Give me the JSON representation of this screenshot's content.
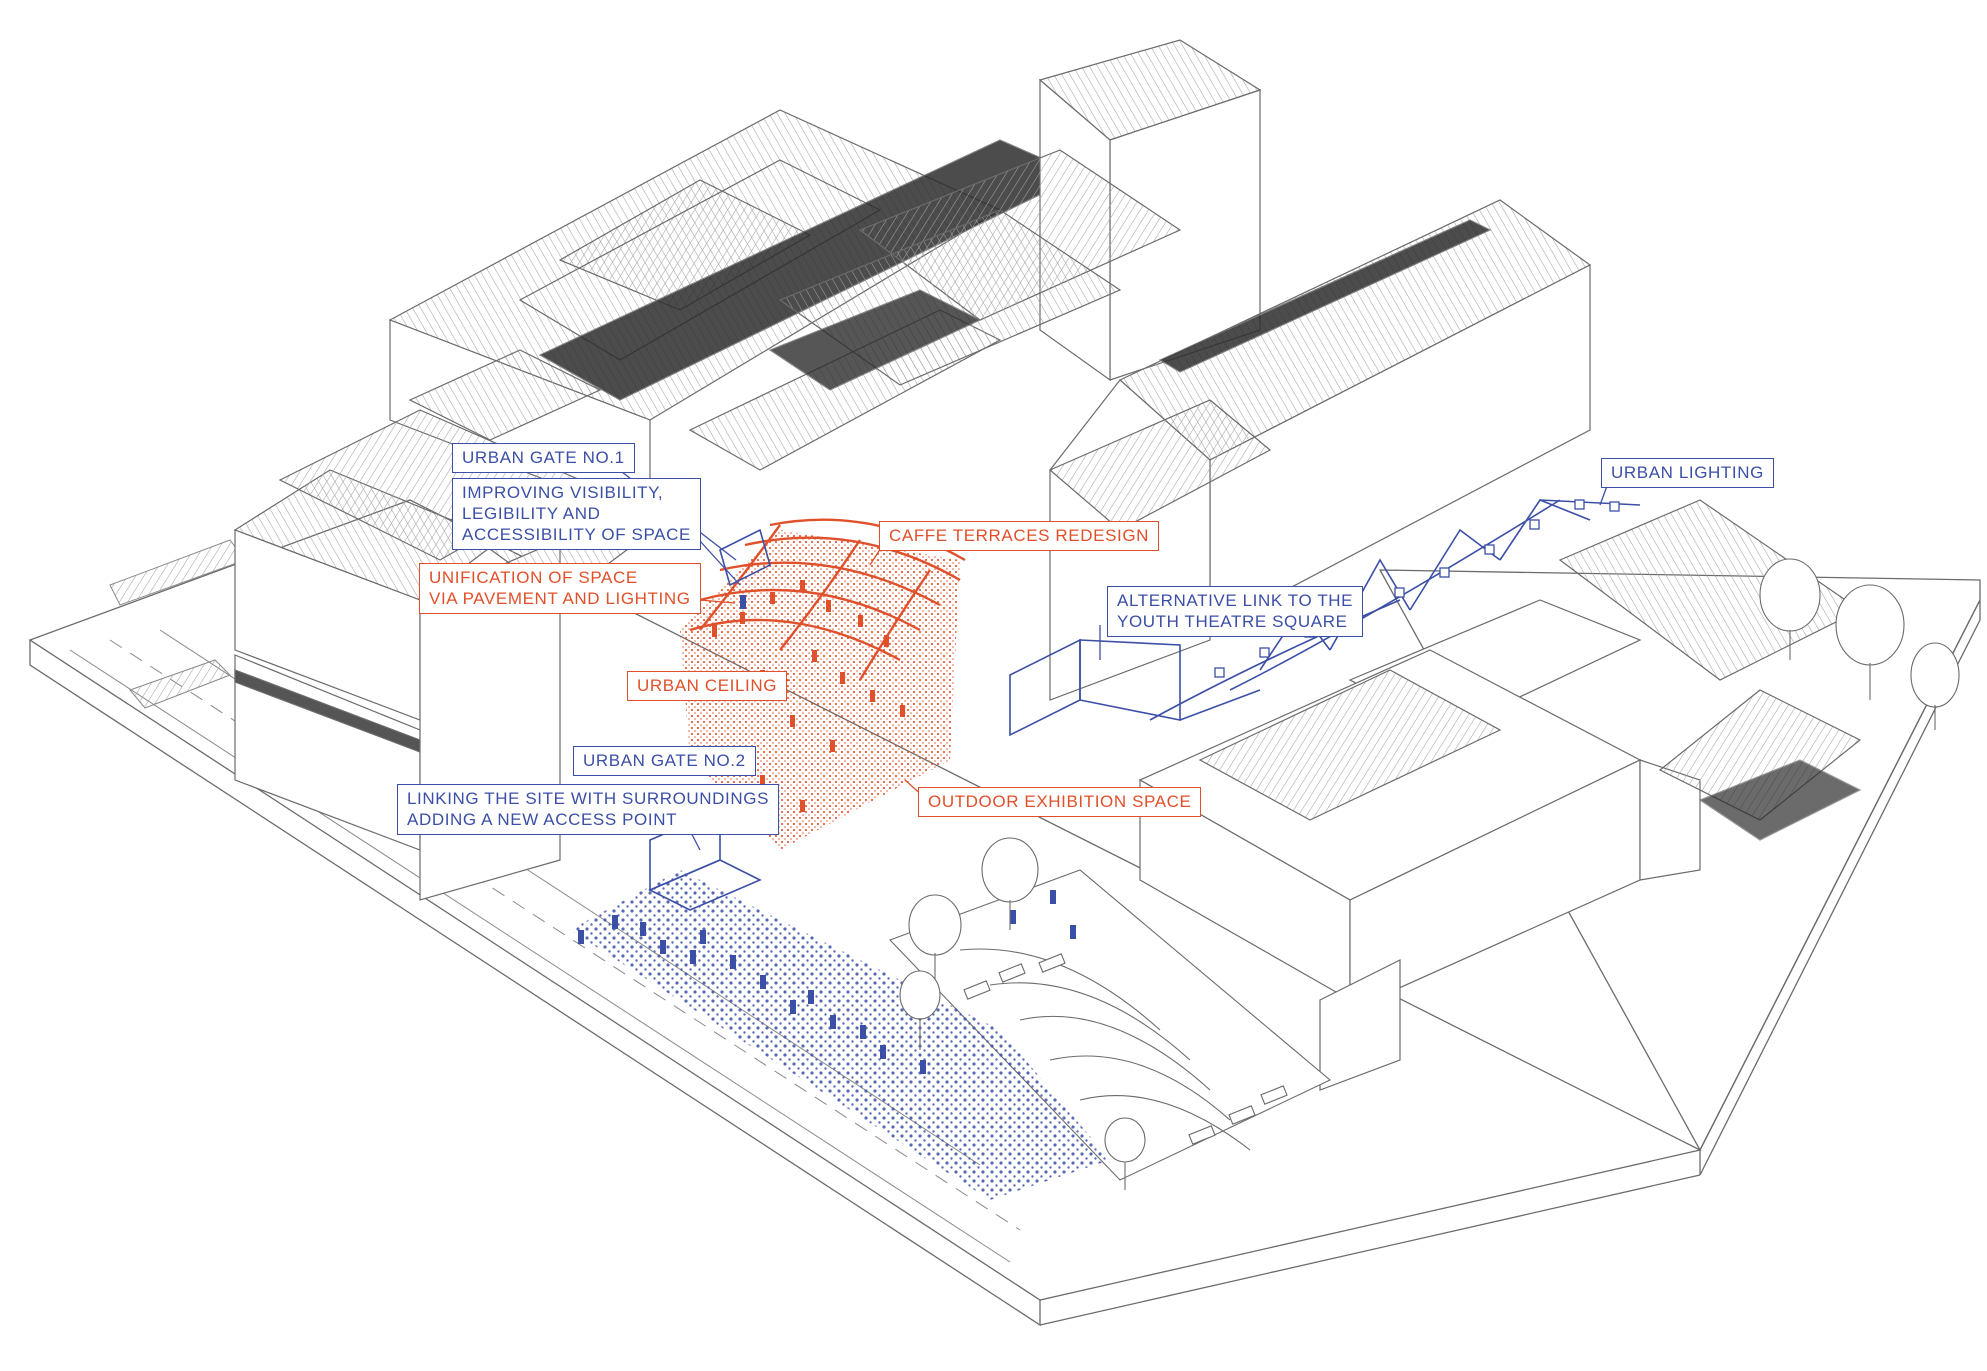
{
  "palette": {
    "outline": "#6b6b6b",
    "roof_hatch": "#9a9a9a",
    "dark_roof": "#2d2d2d",
    "blue_accent": "#3b4fa6",
    "red_accent": "#e0502a",
    "background": "#ffffff"
  },
  "icons": {
    "pedestrian": "person-figure-icon",
    "tree": "tree-icon",
    "bench": "bench-icon",
    "lamp": "light-bulb-icon"
  },
  "labels": {
    "urban_gate_1": "URBAN GATE NO.1",
    "visibility": [
      "IMPROVING VISIBILITY,",
      "LEGIBILITY AND",
      "ACCESSIBILITY OF SPACE"
    ],
    "unification": [
      "UNIFICATION OF SPACE",
      "VIA PAVEMENT AND LIGHTING"
    ],
    "caffe_terraces": "CAFFE TERRACES REDESIGN",
    "urban_ceiling": "URBAN CEILING",
    "urban_gate_2": "URBAN GATE NO.2",
    "linking": [
      "LINKING THE SITE WITH SURROUNDINGS",
      "ADDING A NEW ACCESS POINT"
    ],
    "outdoor_exhibition": "OUTDOOR EXHIBITION SPACE",
    "alternative_link": [
      "ALTERNATIVE LINK TO THE",
      "YOUTH THEATRE SQUARE"
    ],
    "urban_lighting": "URBAN LIGHTING"
  }
}
